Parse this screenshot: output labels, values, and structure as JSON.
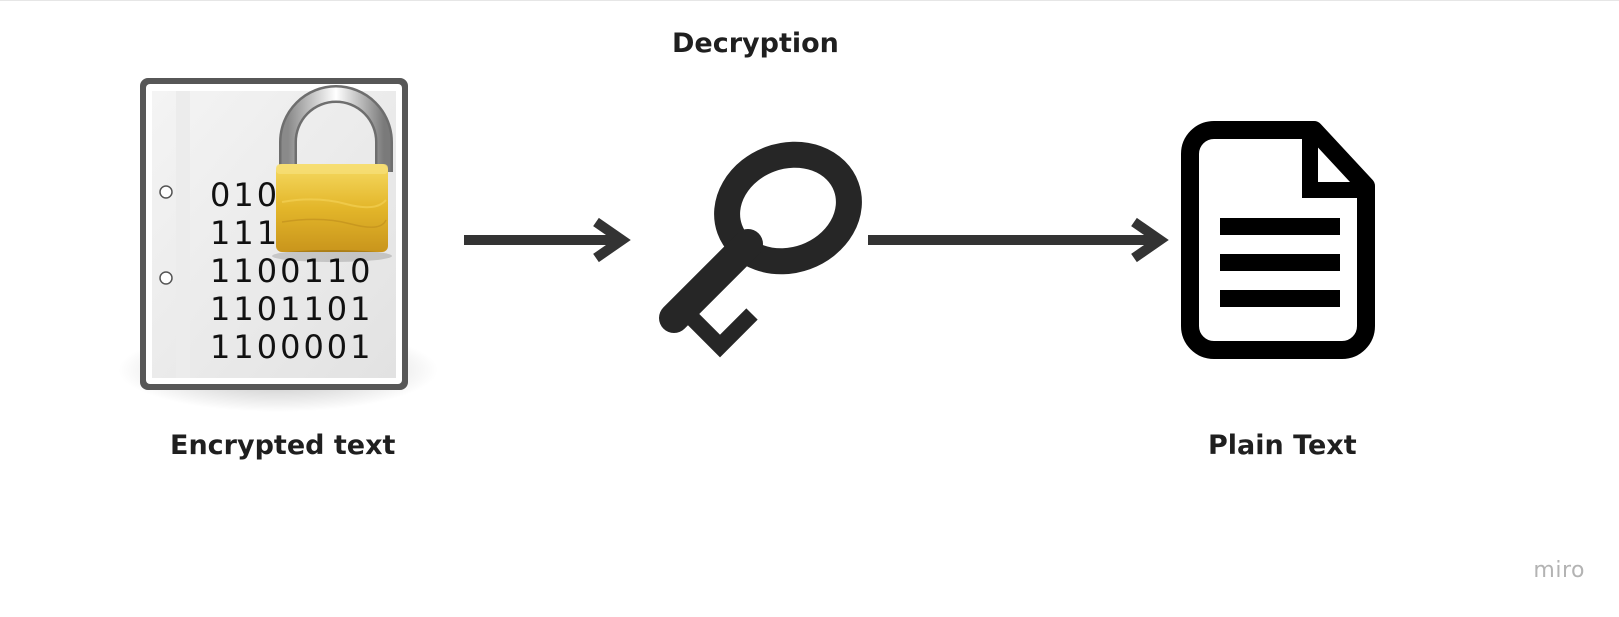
{
  "labels": {
    "decryption": "Decryption",
    "encrypted_text": "Encrypted text",
    "plain_text": "Plain Text"
  },
  "encrypted_document": {
    "binary_lines": [
      "010",
      "111",
      "1100110",
      "1101101",
      "1100001"
    ]
  },
  "icons": {
    "encrypted": "locked-document-icon",
    "key": "key-icon",
    "plain": "document-icon"
  },
  "colors": {
    "icon_dark": "#262626",
    "arrow": "#333333",
    "lock_gold": "#e3b62a",
    "watermark": "#b3b3b3"
  },
  "watermark": "miro"
}
